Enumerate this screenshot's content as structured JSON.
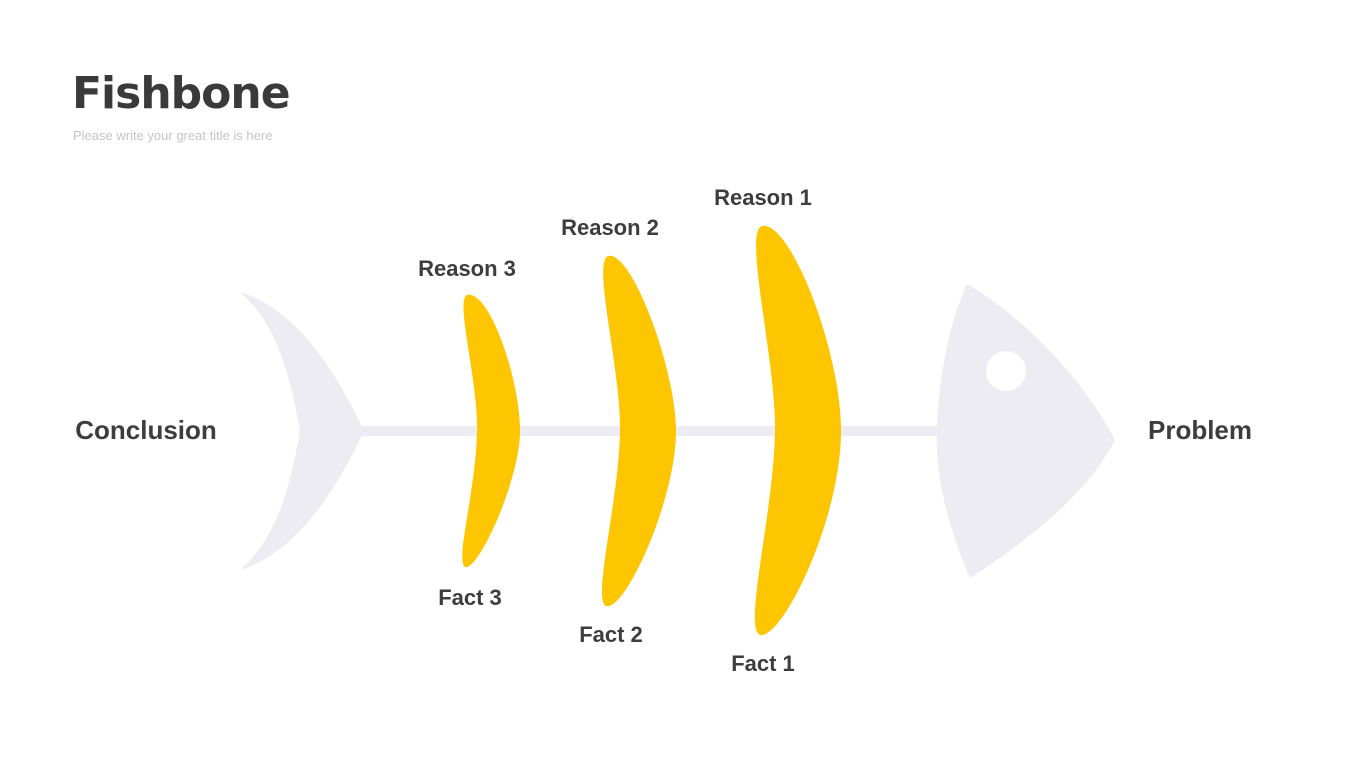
{
  "header": {
    "title": "Fishbone",
    "subtitle": "Please write your great title is here"
  },
  "diagram": {
    "head_label": "Problem",
    "tail_label": "Conclusion",
    "bones": [
      {
        "reason": "Reason 1",
        "fact": "Fact 1"
      },
      {
        "reason": "Reason 2",
        "fact": "Fact 2"
      },
      {
        "reason": "Reason 3",
        "fact": "Fact 3"
      }
    ]
  },
  "colors": {
    "bone": "#fdc601",
    "skeleton": "#ececf2",
    "text": "#3d3d3d"
  }
}
